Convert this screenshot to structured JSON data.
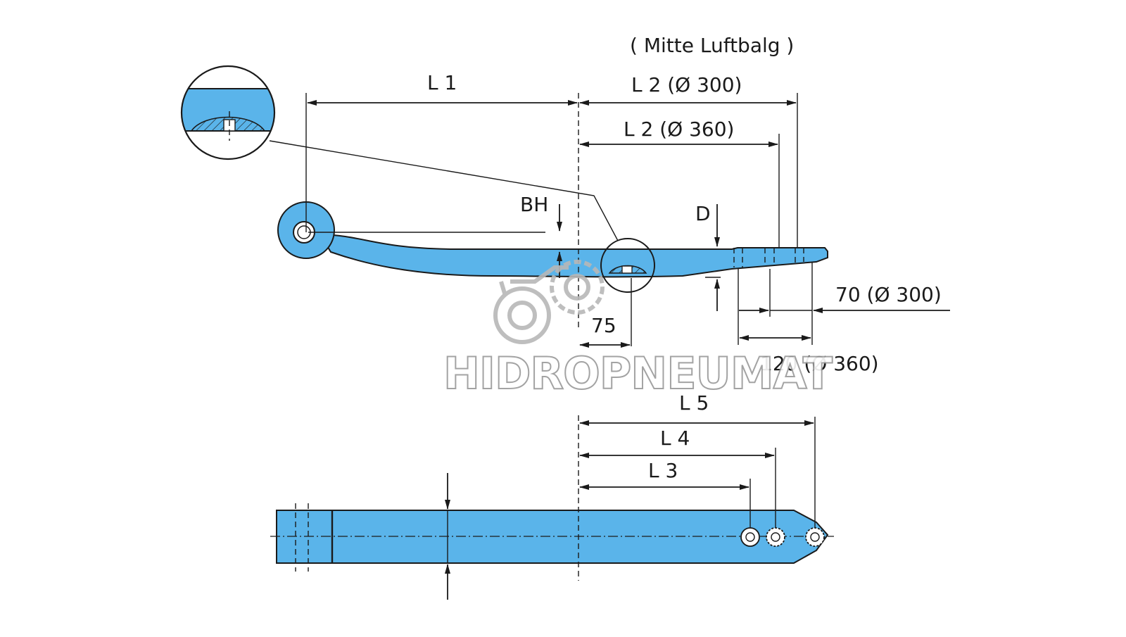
{
  "header": {
    "note": "( Mitte Luftbalg )"
  },
  "labels": {
    "l1": "L 1",
    "l2_300": "L 2 (Ø 300)",
    "l2_360": "L 2 (Ø 360)",
    "bh": "BH",
    "d": "D",
    "dim_75": "75",
    "dim_70": "70 (Ø 300)",
    "dim_120": "120 (Ø 360)",
    "l3": "L 3",
    "l4": "L 4",
    "l5": "L 5"
  },
  "watermark": {
    "text": "HIDROPNEUMAT"
  },
  "colors": {
    "part_fill": "#5ab4ea",
    "line": "#1a1a1a"
  }
}
